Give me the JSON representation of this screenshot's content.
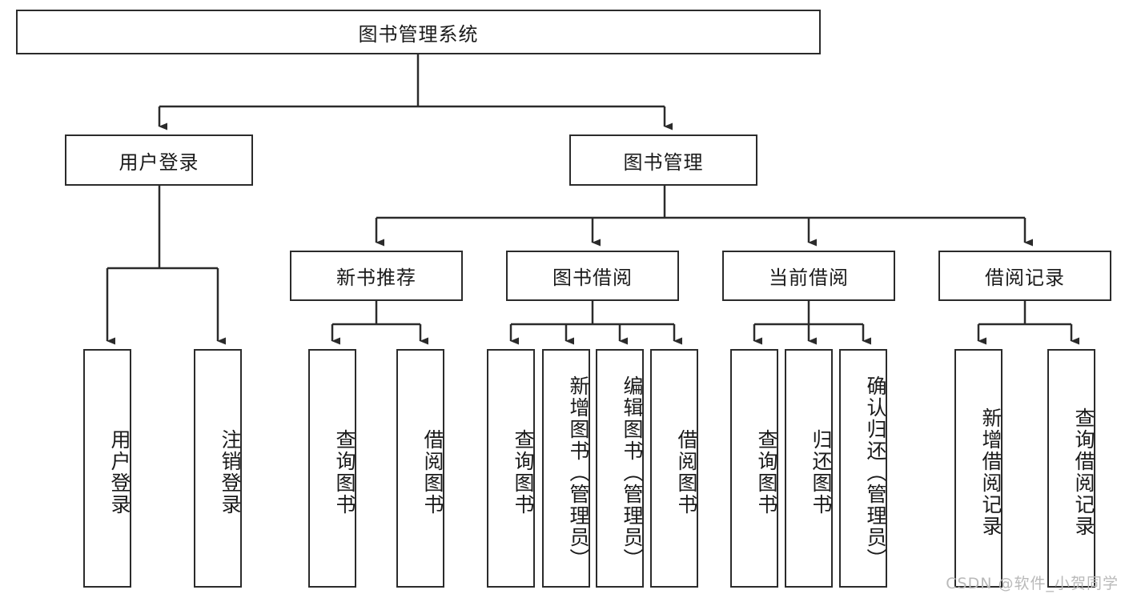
{
  "diagram": {
    "type": "tree-hierarchy-diagram",
    "title": "图书管理系统",
    "line_color": "#2b2b2b",
    "box_fill": "#ffffff",
    "text_color": "#1a1a1a",
    "levels": 4,
    "root": {
      "label": "图书管理系统",
      "children": [
        {
          "label": "用户登录",
          "children": [
            {
              "label": "用户登录"
            },
            {
              "label": "注销登录"
            }
          ]
        },
        {
          "label": "图书管理",
          "children": [
            {
              "label": "新书推荐",
              "children": [
                {
                  "label": "查询图书"
                },
                {
                  "label": "借阅图书"
                }
              ]
            },
            {
              "label": "图书借阅",
              "children": [
                {
                  "label": "查询图书"
                },
                {
                  "label": "新增图书（管理员）"
                },
                {
                  "label": "编辑图书（管理员）"
                },
                {
                  "label": "借阅图书"
                }
              ]
            },
            {
              "label": "当前借阅",
              "children": [
                {
                  "label": "查询图书"
                },
                {
                  "label": "归还图书"
                },
                {
                  "label": "确认归还（管理员）"
                }
              ]
            },
            {
              "label": "借阅记录",
              "children": [
                {
                  "label": "新增借阅记录"
                },
                {
                  "label": "查询借阅记录"
                }
              ]
            }
          ]
        }
      ]
    }
  },
  "nodes": {
    "root": "图书管理系统",
    "l2_user_login": "用户登录",
    "l2_book_manage": "图书管理",
    "l3_new_book": "新书推荐",
    "l3_borrow": "图书借阅",
    "l3_current": "当前借阅",
    "l3_record": "借阅记录",
    "leaf_user_login": "用户登录",
    "leaf_logout": "注销登录",
    "leaf_nb_query": "查询图书",
    "leaf_nb_borrow": "借阅图书",
    "leaf_bb_query": "查询图书",
    "leaf_bb_add": "新增图书（管理员）",
    "leaf_bb_edit": "编辑图书（管理员）",
    "leaf_bb_borrow": "借阅图书",
    "leaf_cb_query": "查询图书",
    "leaf_cb_return": "归还图书",
    "leaf_cb_confirm": "确认归还（管理员）",
    "leaf_rec_add": "新增借阅记录",
    "leaf_rec_query": "查询借阅记录"
  },
  "watermark": {
    "text": "CSDN @软件_小贺同学"
  }
}
